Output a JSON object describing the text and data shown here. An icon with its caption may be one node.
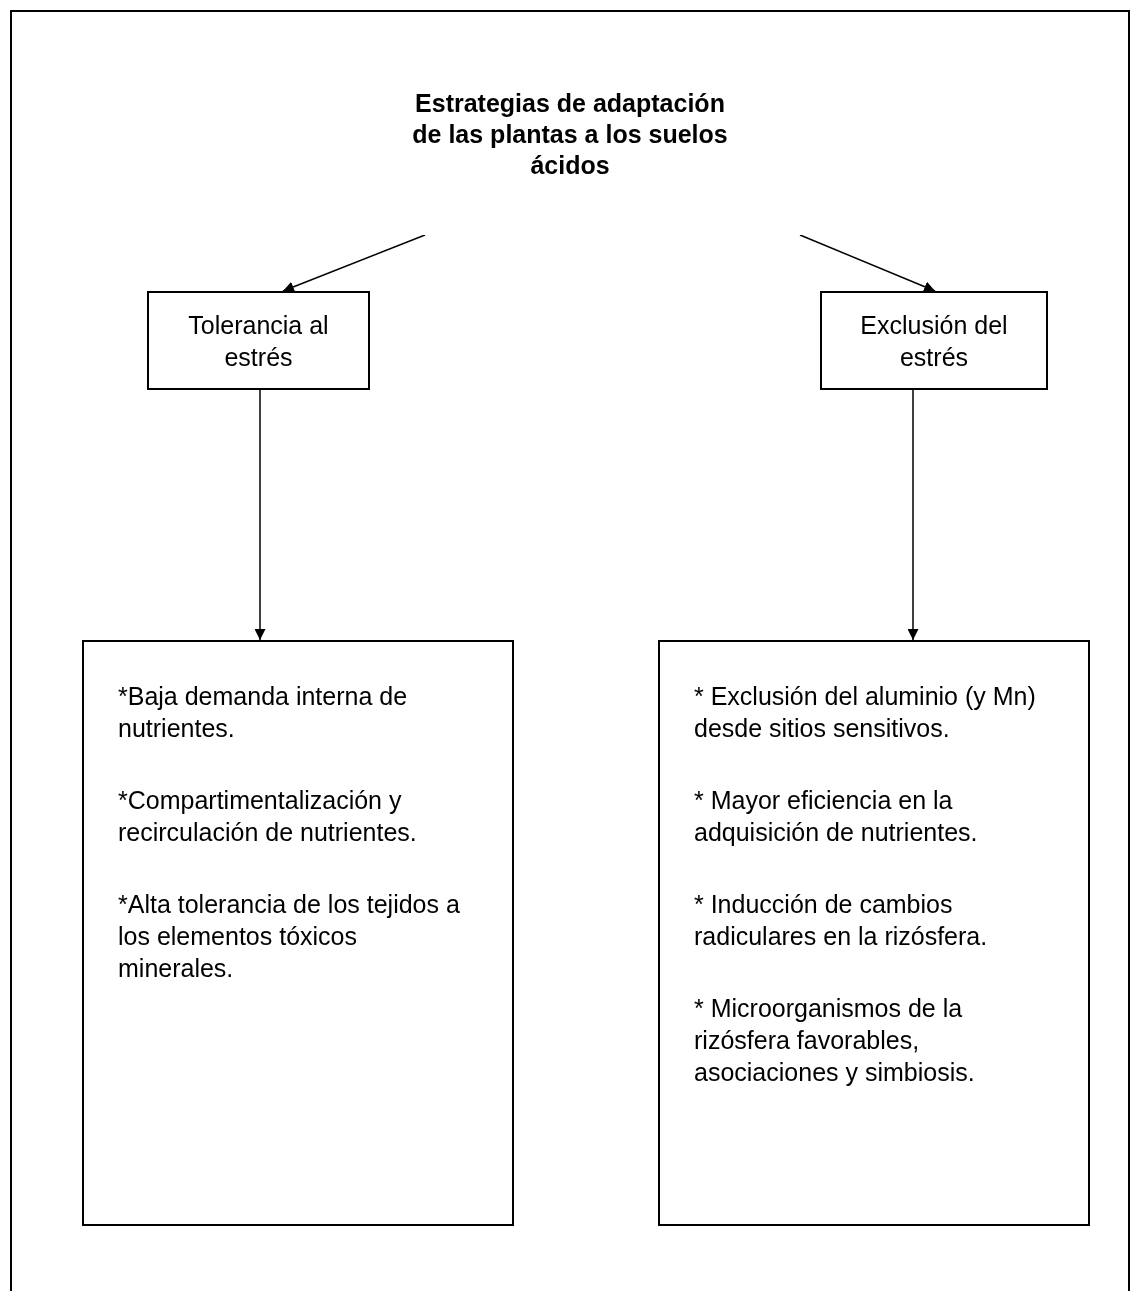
{
  "diagram": {
    "nodes": [
      {
        "text": [
          "Estrategias de adaptación de las plantas a los suelos ácidos"
        ]
      },
      {
        "text": [
          "Tolerancia al estrés"
        ]
      },
      {
        "text": [
          "Exclusión del estrés"
        ]
      },
      {
        "text": [
          "*Baja demanda interna de nutrientes.",
          "*Compartimentalización y recirculación de nutrientes.",
          "*Alta tolerancia de los tejidos a los elementos tóxicos minerales."
        ]
      },
      {
        "text": [
          "* Exclusión del aluminio (y Mn) desde sitios sensitivos.",
          "* Mayor eficiencia en la adquisición de nutrientes.",
          "* Inducción de cambios radiculares en la rizósfera.",
          "* Microorganismos de la rizósfera favorables, asociaciones y simbiosis."
        ]
      }
    ],
    "edges": [
      {
        "from": 0,
        "to": 1,
        "arrow": "to"
      },
      {
        "from": 0,
        "to": 2,
        "arrow": "to"
      },
      {
        "from": 1,
        "to": 3,
        "arrow": "to"
      },
      {
        "from": 2,
        "to": 4,
        "arrow": "to"
      }
    ]
  }
}
